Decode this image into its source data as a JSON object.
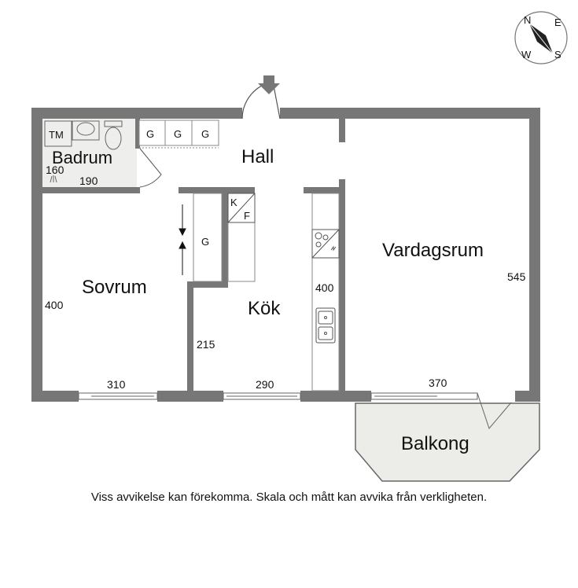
{
  "rooms": {
    "hall": "Hall",
    "badrum": "Badrum",
    "sovrum": "Sovrum",
    "kok": "Kök",
    "vardagsrum": "Vardagsrum",
    "balkong": "Balkong"
  },
  "fixtures": {
    "tm": "TM",
    "g": "G",
    "k": "K",
    "f": "F"
  },
  "dimensions": {
    "badrum_width": "190",
    "badrum_depth": "160",
    "sovrum_height": "400",
    "sovrum_width": "310",
    "kok_height_left": "215",
    "kok_width": "290",
    "kok_counter": "400",
    "vardagsrum_height": "545",
    "vardagsrum_width": "370"
  },
  "compass": {
    "n": "N",
    "e": "E",
    "s": "S",
    "w": "W"
  },
  "disclaimer": "Viss avvikelse kan förekomma. Skala och mått kan avvika från verkligheten.",
  "colors": {
    "wall": "#777777",
    "bathroom_floor": "#eeeeec",
    "balcony_floor": "#ecece8",
    "line": "#555555"
  }
}
